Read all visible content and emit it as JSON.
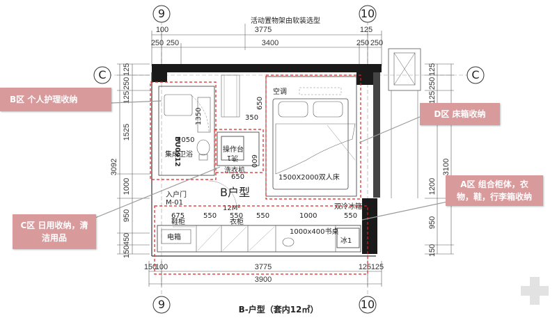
{
  "title_top": "活动置物架由软装选型",
  "grid_labels": {
    "left": "9",
    "right": "10",
    "row_left": "C",
    "row_right": "C"
  },
  "dims_top": {
    "d100": "100",
    "d3775": "3775",
    "d125": "125",
    "d250a": "250",
    "d250b": "250",
    "d3400": "3400",
    "d250c": "250",
    "d250d": "250"
  },
  "dims_left": {
    "d125a": "125",
    "d250": "250",
    "d125b": "125",
    "d1525": "1525",
    "d3092": "3092",
    "d1000": "1000",
    "d950": "950",
    "d450": "450",
    "d150": "150"
  },
  "dims_right": {
    "d125a": "125",
    "d250": "250",
    "d125b": "125",
    "d3100": "3100",
    "d1200": "1200",
    "d950": "950",
    "d150": "150"
  },
  "dims_bottom": {
    "d150": "150",
    "d100": "100",
    "d3775": "3775",
    "d125a": "125",
    "d125b": "125",
    "d3900": "3900"
  },
  "inner_dims": {
    "d1050": "1050",
    "d1350": "1350",
    "d350": "350",
    "d650a": "650",
    "d600": "600",
    "d650b": "650",
    "d675": "675",
    "d550a": "550",
    "d550b": "550",
    "d550c": "550",
    "d1000": "1000",
    "d550d": "550"
  },
  "rooms": {
    "unit_type": "B户型",
    "area": "12M²",
    "bathroom": "集成卫浴",
    "bathroom_code": "BU0912",
    "console": "操作台",
    "sink": "洗1",
    "washer": "洗衣机",
    "ac": "空调",
    "bed": "1500X2000双人床",
    "door": "入户门",
    "door_code": "M-01",
    "shoe": "鞋柜",
    "wardrobe": "衣柜",
    "desk": "1000x400书桌",
    "fridge_label": "双冷冰箱1",
    "fridge": "冰1",
    "meter": "电箱"
  },
  "callouts": {
    "b": "B区 个人护理收纳",
    "c": "C区 日用收纳，清洁用品",
    "d": "D区 床箱收纳",
    "a": "A区 组合柜体，衣物，鞋，行李箱收纳"
  },
  "caption": "B-户型（套内12㎡）",
  "colors": {
    "wall": "#1a1a1a",
    "zone": "#e02020",
    "callout": "#d99a9c",
    "leader": "#9a9a9a"
  }
}
